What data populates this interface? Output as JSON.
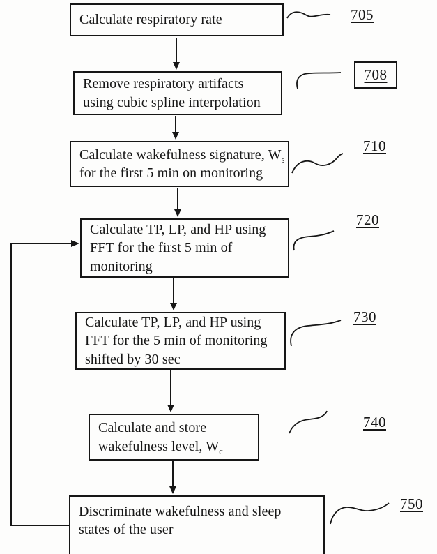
{
  "figure": {
    "kind": "patent-flowchart",
    "boxes": {
      "b705": {
        "line1": "Calculate respiratory rate",
        "ref": "705"
      },
      "b708": {
        "line1": "Remove respiratory artifacts",
        "line2": "using cubic spline interpolation",
        "ref": "708"
      },
      "b710": {
        "line1_pre": "Calculate wakefulness signature, W",
        "line1_sub": "s",
        "line2": "for the first 5 min on monitoring",
        "ref": "710"
      },
      "b720": {
        "line1": "Calculate TP, LP, and HP using",
        "line2": "FFT for the first 5 min of",
        "line3": "monitoring",
        "ref": "720"
      },
      "b730": {
        "line1": "Calculate TP, LP, and HP using",
        "line2": "FFT for the 5 min of monitoring",
        "line3": "shifted by 30 sec",
        "ref": "730"
      },
      "b740": {
        "line1": "Calculate and store",
        "line2_pre": "wakefulness level, W",
        "line2_sub": "c",
        "ref": "740"
      },
      "b750": {
        "line1": "Discriminate wakefulness and sleep",
        "line2": "states of the user",
        "ref": "750"
      }
    },
    "flow_order": [
      "705",
      "708",
      "710",
      "720",
      "730",
      "740",
      "750"
    ],
    "feedback_edge": {
      "from": "750",
      "to": "720"
    },
    "colors": {
      "ink": "#161616",
      "background": "#fdfdfc"
    }
  }
}
